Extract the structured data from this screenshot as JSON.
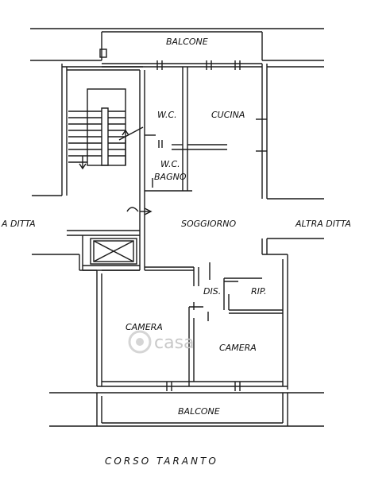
{
  "rooms": {
    "balcone_top": "BALCONE",
    "wc": "W.C.",
    "cucina": "CUCINA",
    "wc_bagno_1": "W.C.",
    "wc_bagno_2": "BAGNO",
    "soggiorno": "SOGGIORNO",
    "altra_ditta_left": "A DITTA",
    "altra_ditta_right": "ALTRA DITTA",
    "dis": "DIS.",
    "rip": "RIP.",
    "camera_left": "CAMERA",
    "camera_right": "CAMERA",
    "balcone_bottom": "BALCONE"
  },
  "street": "CORSO TARANTO",
  "watermark": "casa",
  "icons": {
    "stairs": "stairs-icon",
    "elevator": "elevator-icon",
    "door": "door-swing-icon",
    "watermark_logo": "casa-logo-icon"
  },
  "colors": {
    "line": "#1a1a1a",
    "watermark": "#c8c8c8",
    "background": "#ffffff"
  }
}
